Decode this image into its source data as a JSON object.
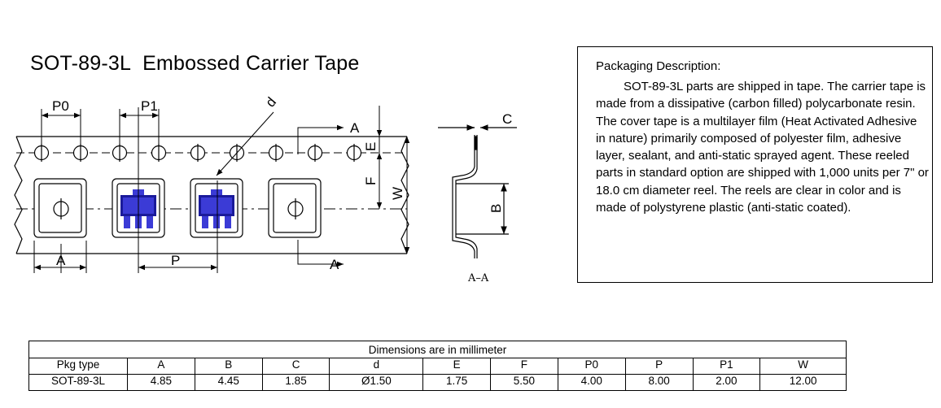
{
  "title": {
    "part": "SOT-89-3L",
    "rest": "Embossed Carrier Tape"
  },
  "drawing_labels": {
    "p0": "P0",
    "p1": "P1",
    "d": "d",
    "a_section_top": "A",
    "a_section_bottom": "A",
    "e": "E",
    "f": "F",
    "w": "W",
    "a": "A",
    "p": "P",
    "c": "C",
    "b": "B",
    "section": "A–A"
  },
  "description": {
    "heading": "Packaging Description:",
    "body": "SOT-89-3L  parts are shipped in tape. The carrier tape is made from a dissipative (carbon filled) polycarbonate resin. The cover tape is a multilayer film (Heat Activated Adhesive in nature) primarily composed of polyester film, adhesive layer, sealant, and anti-static sprayed agent. These reeled parts in standard option are shipped with 1,000 units per 7\" or 18.0 cm diameter reel. The reels are clear in color and is made of polystyrene plastic (anti-static coated)."
  },
  "table": {
    "caption": "Dimensions are in millimeter",
    "headers": [
      "Pkg type",
      "A",
      "B",
      "C",
      "d",
      "E",
      "F",
      "P0",
      "P",
      "P1",
      "W"
    ],
    "row": [
      "SOT-89-3L",
      "4.85",
      "4.45",
      "1.85",
      "Ø1.50",
      "1.75",
      "5.50",
      "4.00",
      "8.00",
      "2.00",
      "12.00"
    ]
  },
  "colors": {
    "component": "#3b3bd6",
    "component_dark": "#1a1a9a",
    "line": "#000000"
  }
}
